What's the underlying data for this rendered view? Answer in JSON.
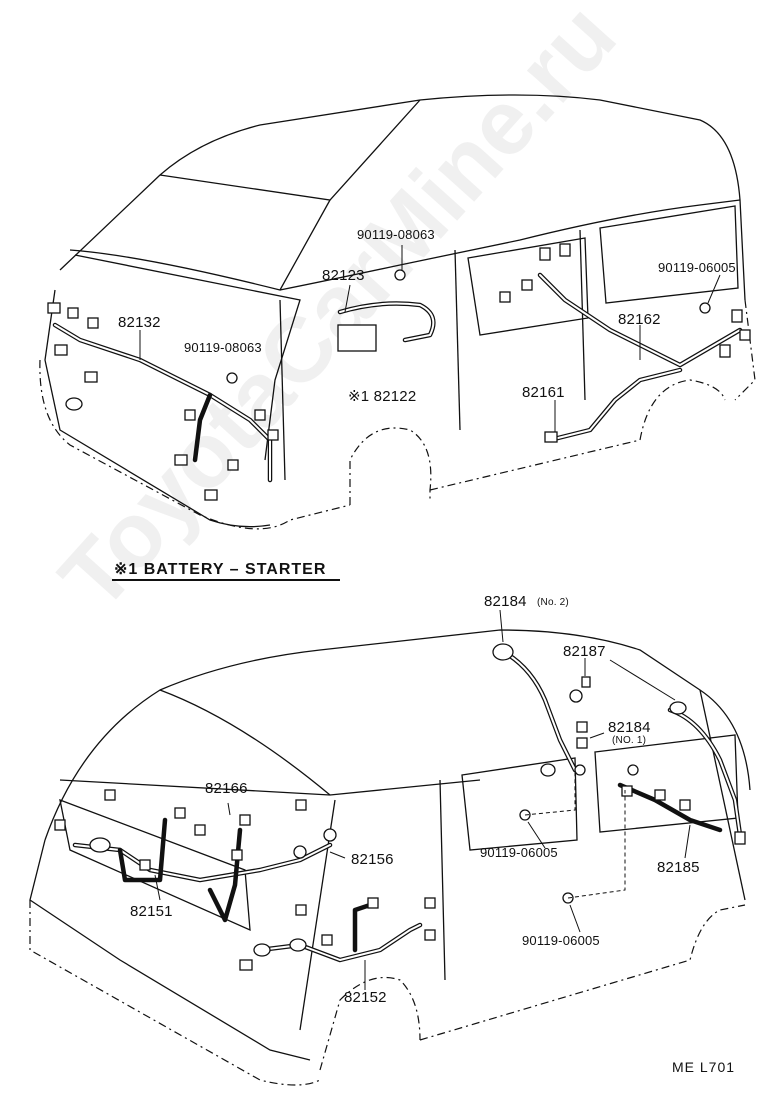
{
  "top_diagram": {
    "part_labels": {
      "p82132": "82132",
      "p90119_08063_a": "90119-08063",
      "p90119_08063_b": "90119-08063",
      "p82123": "82123",
      "p82122": "※1 82122",
      "p82161": "82161",
      "p82162": "82162",
      "p90119_06005": "90119-06005"
    },
    "caption": "※1 BATTERY – STARTER"
  },
  "bottom_diagram": {
    "part_labels": {
      "p82184_no2": "82184",
      "p82184_no2_note": "(No. 2)",
      "p82187": "82187",
      "p82184_no1": "82184",
      "p82184_no1_note": "(NO. 1)",
      "p82166": "82166",
      "p82156": "82156",
      "p82151": "82151",
      "p82152": "82152",
      "p82185": "82185",
      "p90119_06005_a": "90119-06005",
      "p90119_06005_b": "90119-06005"
    }
  },
  "page_ref": "ME  L701",
  "watermark": "ToyotaCarMine.ru"
}
